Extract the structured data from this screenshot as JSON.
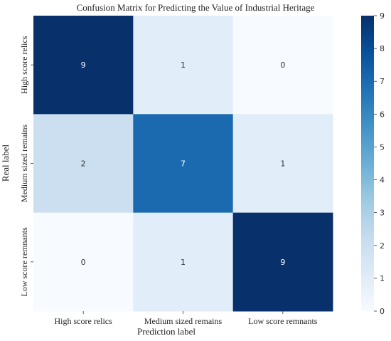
{
  "chart_data": {
    "type": "heatmap",
    "title": "Confusion Matrix for Predicting the Value of Industrial Heritage",
    "xlabel": "Prediction label",
    "ylabel": "Real label",
    "x_categories": [
      "High score relics",
      "Medium sized remains",
      "Low score remnants"
    ],
    "y_categories": [
      "High score relics",
      "Medium sized remains",
      "Low score remnants"
    ],
    "values": [
      [
        9,
        1,
        0
      ],
      [
        2,
        7,
        1
      ],
      [
        0,
        1,
        9
      ]
    ],
    "colorbar": {
      "min": 0,
      "max": 9,
      "ticks": [
        0,
        1,
        2,
        3,
        4,
        5,
        6,
        7,
        8,
        9
      ]
    },
    "colormap": "Blues",
    "colors": {
      "low": "#f7fbff",
      "high": "#08306b"
    }
  }
}
